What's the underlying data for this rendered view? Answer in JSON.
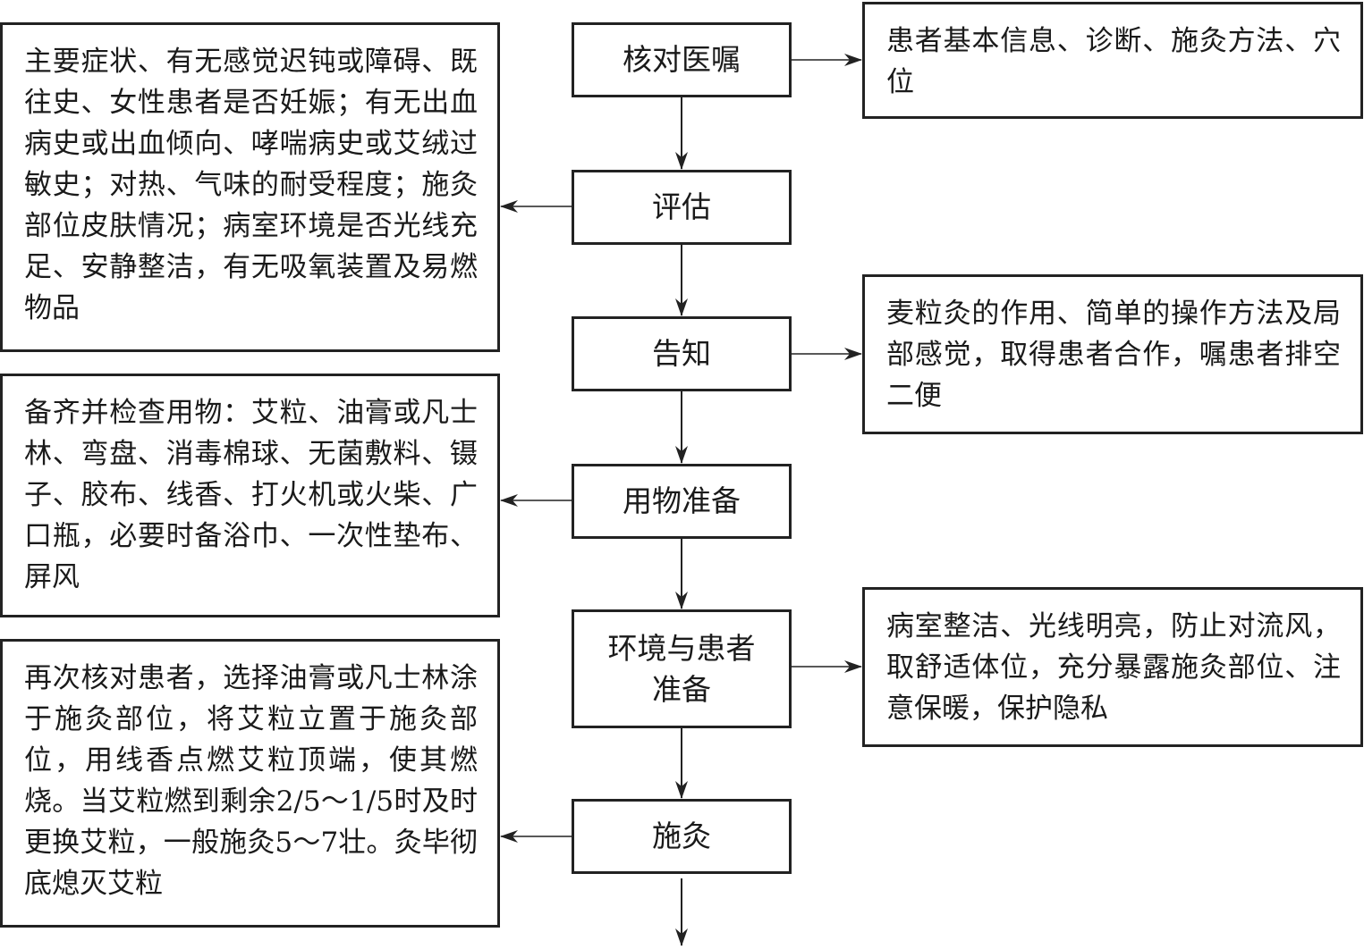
{
  "flowchart": {
    "steps": [
      {
        "label": "核对医嘱"
      },
      {
        "label": "评估"
      },
      {
        "label": "告知"
      },
      {
        "label": "用物准备"
      },
      {
        "label": "环境与患者准备"
      },
      {
        "label": "施灸"
      }
    ],
    "left_notes": [
      {
        "step": "评估",
        "text": "主要症状、有无感觉迟钝或障碍、既往史、女性患者是否妊娠；有无出血病史或出血倾向、哮喘病史或艾绒过敏史；对热、气味的耐受程度；施灸部位皮肤情况；病室环境是否光线充足、安静整洁，有无吸氧装置及易燃物品"
      },
      {
        "step": "用物准备",
        "text": "备齐并检查用物：艾粒、油膏或凡士林、弯盘、消毒棉球、无菌敷料、镊子、胶布、线香、打火机或火柴、广口瓶，必要时备浴巾、一次性垫布、屏风"
      },
      {
        "step": "施灸",
        "text": "再次核对患者，选择油膏或凡士林涂于施灸部位，将艾粒立置于施灸部位，用线香点燃艾粒顶端，使其燃烧。当艾粒燃到剩余2/5～1/5时及时更换艾粒，一般施灸5～7壮。灸毕彻底熄灭艾粒"
      }
    ],
    "right_notes": [
      {
        "step": "核对医嘱",
        "text": "患者基本信息、诊断、施灸方法、穴位"
      },
      {
        "step": "告知",
        "text": "麦粒灸的作用、简单的操作方法及局部感觉，取得患者合作，嘱患者排空二便"
      },
      {
        "step": "环境与患者准备",
        "text": "病室整洁、光线明亮，防止对流风，取舒适体位，充分暴露施灸部位、注意保暖，保护隐私"
      }
    ]
  }
}
